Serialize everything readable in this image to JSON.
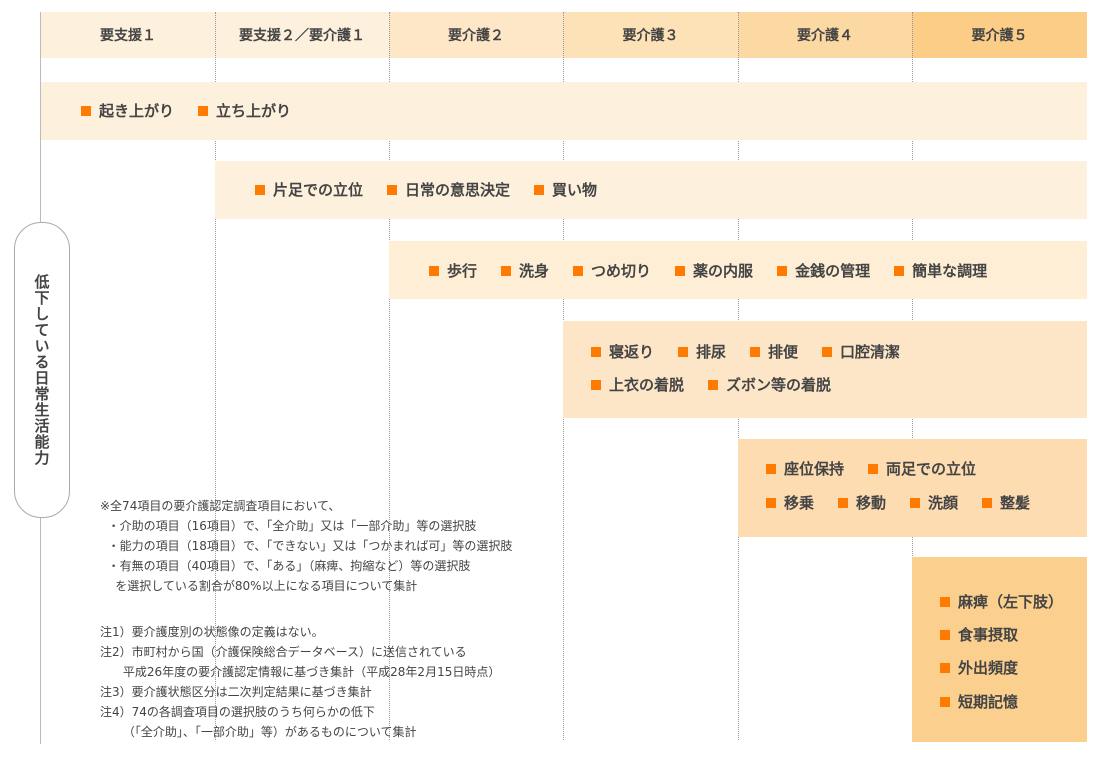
{
  "colors": {
    "accent": "#ff7a00",
    "head": [
      "#fdf0dc",
      "#fdf0dc",
      "#fde7c6",
      "#fde1b7",
      "#fcd9a2",
      "#fbcd87"
    ],
    "band": "#fdefdb"
  },
  "columns": [
    "要支援１",
    "要支援２／要介護１",
    "要介護２",
    "要介護３",
    "要介護４",
    "要介護５"
  ],
  "side_label": "低下している日常生活能力",
  "bands": [
    {
      "rows": [
        [
          "起き上がり",
          "立ち上がり"
        ]
      ]
    },
    {
      "rows": [
        [
          "片足での立位",
          "日常の意思決定",
          "買い物"
        ]
      ]
    },
    {
      "rows": [
        [
          "歩行",
          "洗身",
          "つめ切り",
          "薬の内服",
          "金銭の管理",
          "簡単な調理"
        ]
      ]
    },
    {
      "rows": [
        [
          "寝返り",
          "排尿",
          "排便",
          "口腔清潔"
        ],
        [
          "上衣の着脱",
          "ズボン等の着脱"
        ]
      ]
    },
    {
      "rows": [
        [
          "座位保持",
          "両足での立位"
        ],
        [
          "移乗",
          "移動",
          "洗顔",
          "整髪"
        ]
      ]
    },
    {
      "rows": [
        [
          "麻痺（左下肢）"
        ],
        [
          "食事摂取"
        ],
        [
          "外出頻度"
        ],
        [
          "短期記憶"
        ]
      ]
    }
  ],
  "note_main": [
    "※全74項目の要介護認定調査項目において、",
    "  ・介助の項目（16項目）で、「全介助」又は「一部介助」等の選択肢",
    "  ・能力の項目（18項目）で、「できない」又は「つかまれば可」等の選択肢",
    "  ・有無の項目（40項目）で、「ある」（麻痺、拘縮など）等の選択肢",
    "    を選択している割合が80%以上になる項目について集計"
  ],
  "note_sub": [
    "注1）要介護度別の状態像の定義はない。",
    "注2）市町村から国（介護保険総合データベース）に送信されている",
    "      平成26年度の要介護認定情報に基づき集計（平成28年2月15日時点）",
    "注3）要介護状態区分は二次判定結果に基づき集計",
    "注4）74の各調査項目の選択肢のうち何らかの低下",
    "      （「全介助」、「一部介助」等）があるものについて集計"
  ]
}
